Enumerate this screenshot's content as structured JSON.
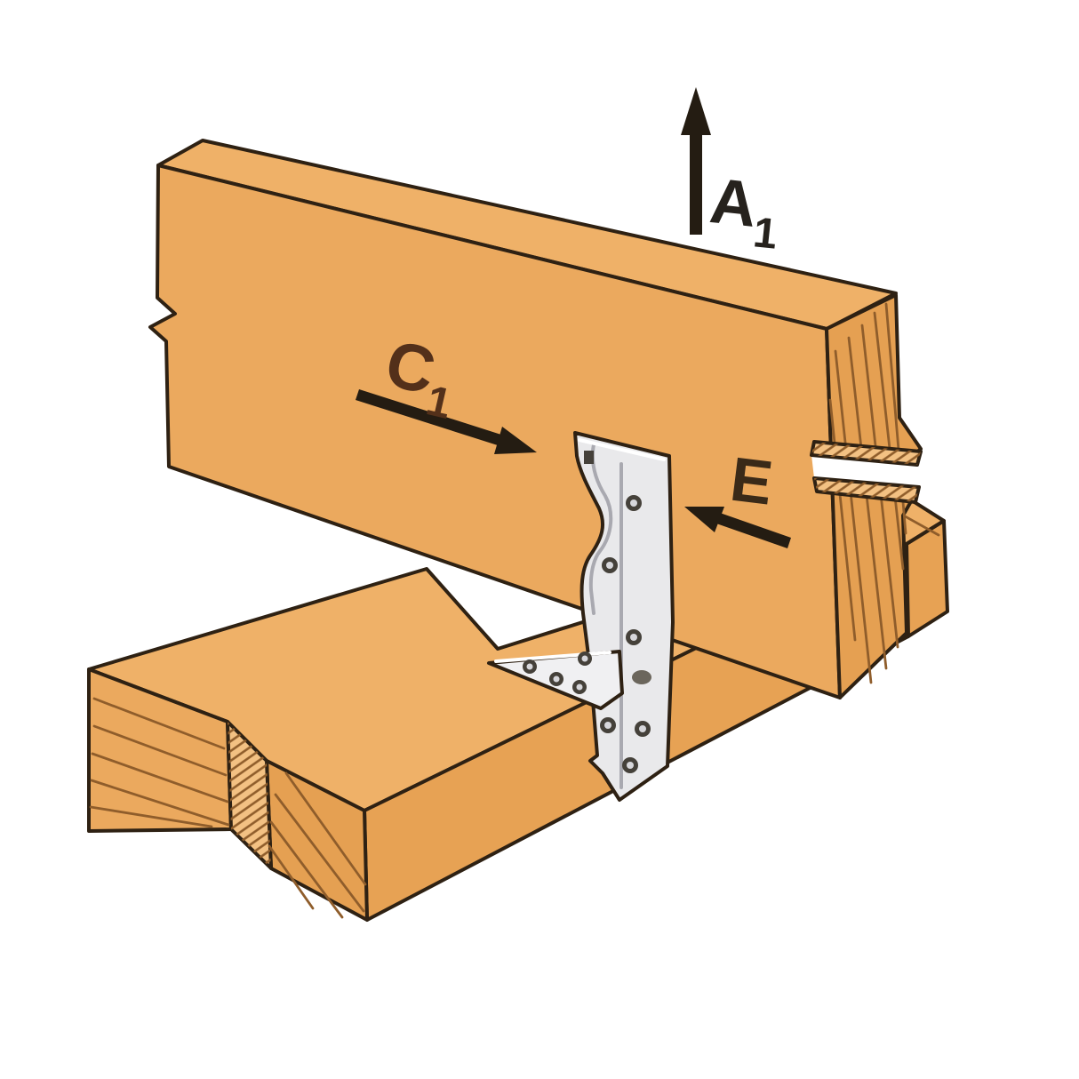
{
  "figure": {
    "type": "technical-illustration",
    "subject": "Metal framing angle connector joining a vertical wood beam to a horizontal wood plate, with load direction arrows",
    "background": "#ffffff"
  },
  "labels": {
    "a1": {
      "main": "A",
      "sub": "1"
    },
    "c1": {
      "main": "C",
      "sub": "1"
    },
    "e": {
      "main": "E",
      "sub": ""
    }
  },
  "arrows": {
    "a1": {
      "direction": "up"
    },
    "c1": {
      "direction": "right-down"
    },
    "e": {
      "direction": "left"
    }
  },
  "colors": {
    "outline": "#2e2113",
    "wood_face": "#eba95e",
    "wood_top": "#efb168",
    "wood_side": "#e7a254",
    "wood_end": "#e5a052",
    "wood_break": "#f3c183",
    "break_gap": "#ffffff",
    "grain": "#8f5d2b",
    "bracket": "#e9e9eb",
    "bracket_flange": "#f0f0f2",
    "bracket_shadow": "#a9a9b0",
    "bracket_highlight": "#ffffff",
    "hole_ring": "#45413a",
    "hole_center": "#d7d7db",
    "prong": "#6b665c",
    "arrow": "#241c12",
    "label_a1": "#26221d",
    "label_c1": "#53301a",
    "label_e": "#3a2a18"
  }
}
